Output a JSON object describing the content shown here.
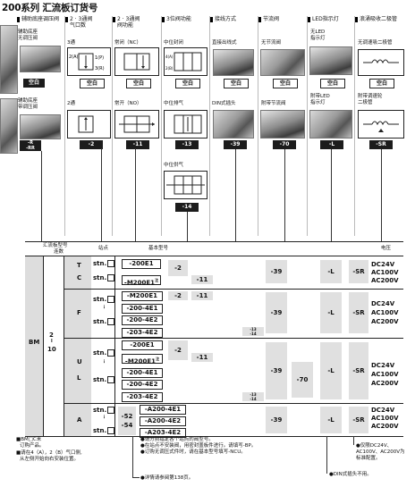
{
  "title": "200系列 汇流板订货号",
  "columns": [
    {
      "l1": "辅助底座调压阀",
      "l2": ""
    },
    {
      "l1": "2 · 3通阀",
      "l2": "气口数"
    },
    {
      "l1": "2 · 3通阀",
      "l2": "阀功能"
    },
    {
      "l1": "3位阀功能",
      "l2": ""
    },
    {
      "l1": "接线方式",
      "l2": ""
    },
    {
      "l1": "节流阀",
      "l2": ""
    },
    {
      "l1": "LED指示灯",
      "l2": ""
    },
    {
      "l1": "浪涌吸收二极管",
      "l2": ""
    }
  ],
  "top_row": {
    "base_a": {
      "l1": "辅助底座",
      "l2": "无调压阀",
      "tag": "空白"
    },
    "base_b": {
      "l1": "辅助底座",
      "l2": "带调压阀",
      "tag": "-R",
      "tag2": "-RR"
    },
    "ports_3": {
      "label": "3通",
      "tag": "空白"
    },
    "ports_2": {
      "label": "2通",
      "tag": "-2"
    },
    "fn_nc": {
      "label": "常闭（NC）",
      "tag": "空白"
    },
    "fn_no": {
      "label": "常开（NO）",
      "tag": "-11"
    },
    "pos_close": {
      "label": "中位封闭",
      "tag": "空白"
    },
    "pos_exh": {
      "label": "中位排气",
      "tag": "-13"
    },
    "pos_press": {
      "label": "中位供气",
      "tag": "-14"
    },
    "wire_direct": {
      "label": "直接出线式",
      "tag": "空白"
    },
    "wire_din": {
      "label": "DIN式插头",
      "tag": "-39"
    },
    "thr_none": {
      "label": "无节流阀",
      "tag": "空白"
    },
    "thr_with": {
      "label": "附带节流阀",
      "tag": "-70"
    },
    "led_none": {
      "l1": "无LED",
      "l2": "指示灯",
      "tag": "空白"
    },
    "led_with": {
      "l1": "附带LED",
      "l2": "指示灯",
      "tag": "-L"
    },
    "diode_none": {
      "label": "无调速吸二极管",
      "tag": "空白"
    },
    "diode_with": {
      "l1": "附带调速轮",
      "l2": "二极管",
      "tag": "-SR"
    },
    "port_labels": {
      "p2a": "2(A)",
      "p1p": "1(P)",
      "p3r": "3(R)",
      "p4a": "4(A)",
      "p2b": "2(B)",
      "p5": "5",
      "p1": "1",
      "p3": "3"
    }
  },
  "table": {
    "h_model": "汇流板型号",
    "h_model2": "连数",
    "h_station": "站点",
    "h_base": "基本型号",
    "h_voltage": "电压",
    "bm": "BM",
    "stations": "2",
    "stations_sep": "l",
    "stations_max": "10",
    "stn": "stn.",
    "groups": [
      {
        "letter": "T",
        "letter2": "C",
        "codes": [
          "-200E1",
          "-M200E1"
        ],
        "sup": "注",
        "opts": [
          "-2",
          "-11"
        ],
        "extra": "",
        "din": "-39",
        "thr": "",
        "led": "-L",
        "sr": "-SR",
        "volt": [
          "DC24V",
          "AC100V",
          "AC200V"
        ]
      },
      {
        "letter": "F",
        "letter2": "",
        "codes": [
          "-M200E1",
          "-200-4E1",
          "-200-4E2",
          "-203-4E2"
        ],
        "sup": "",
        "opts": [
          "-2",
          "-11"
        ],
        "extra": "-13",
        "extra2": "-14",
        "din": "-39",
        "thr": "",
        "led": "-L",
        "sr": "-SR",
        "volt": [
          "DC24V",
          "AC100V",
          "AC200V"
        ]
      },
      {
        "letter": "U",
        "letter2": "L",
        "codes": [
          "-200E1",
          "-M200E1",
          "-200-4E1",
          "-200-4E2",
          "-203-4E2"
        ],
        "sup": "注",
        "opts": [
          "-2",
          "-11"
        ],
        "extra": "-13",
        "extra2": "-14",
        "din": "-39",
        "thr": "-70",
        "led": "-L",
        "sr": "-SR",
        "volt": [
          "DC24V",
          "AC100V",
          "AC200V"
        ]
      },
      {
        "letter": "A",
        "letter2": "",
        "codes": [
          "-A200-4E1",
          "-A200-4E2",
          "-A203-4E2"
        ],
        "sup": "",
        "opts": [
          "-52",
          "-54"
        ],
        "extra": "",
        "din": "-39",
        "thr": "",
        "led": "-L",
        "sr": "-SR",
        "volt": [
          "DC24V",
          "AC100V",
          "AC200V"
        ]
      }
    ]
  },
  "notes": {
    "n1": "■BM□C来",
    "n1b": "订购产品。",
    "n2": "■请在4（A），2（B）气口侧,",
    "n2b": "从左侧开始向右安装位置。",
    "n3": "●请分别指定各个站点的阀型号。",
    "n4": "●在站点不安装阀，用密封盖板件进行。请填写-BP。",
    "n5": "●订购无调压式件时，请在基本型号填写-NCU。",
    "n6": "●详情请参阅第138页。",
    "n7": "●仅限DC24V、",
    "n7b": "AC100V、AC200V为",
    "n7c": "标准配置。",
    "n8": "●DIN式插头不用。"
  }
}
